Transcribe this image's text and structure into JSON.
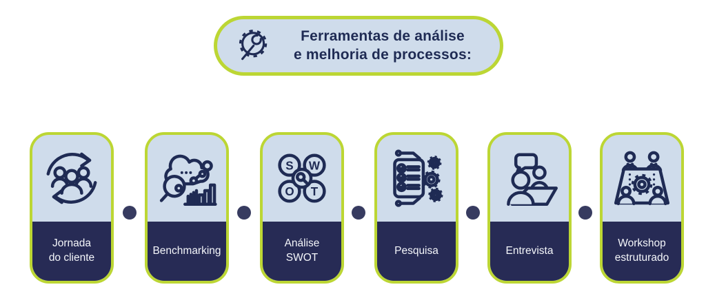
{
  "header": {
    "icon": "gear-wrench-icon",
    "title_line1": "Ferramentas de análise",
    "title_line2": "e melhoria de processos:"
  },
  "cards": [
    {
      "id": "jornada-do-cliente",
      "icon": "customer-journey-icon",
      "label": "Jornada do cliente",
      "lines": [
        "Jornada",
        "do cliente"
      ]
    },
    {
      "id": "benchmarking",
      "icon": "benchmarking-icon",
      "label": "Benchmarking",
      "lines": [
        "Benchmarking"
      ]
    },
    {
      "id": "analise-swot",
      "icon": "swot-analysis-icon",
      "label": "Análise SWOT",
      "lines": [
        "Análise",
        "SWOT"
      ],
      "letters": [
        "S",
        "W",
        "O",
        "T"
      ]
    },
    {
      "id": "pesquisa",
      "icon": "survey-checklist-gears-icon",
      "label": "Pesquisa",
      "lines": [
        "Pesquisa"
      ]
    },
    {
      "id": "entrevista",
      "icon": "interview-icon",
      "label": "Entrevista",
      "lines": [
        "Entrevista"
      ]
    },
    {
      "id": "workshop-estruturado",
      "icon": "workshop-table-icon",
      "label": "Workshop estruturado",
      "lines": [
        "Workshop",
        "estruturado"
      ]
    }
  ],
  "separators": {
    "style": "dot",
    "count": 5
  },
  "colors": {
    "background": "#ffffff",
    "accent_lime": "#bcd634",
    "panel_blue": "#cfdceb",
    "navy": "#272b55",
    "icon_stroke": "#1f2b54",
    "title_text": "#1f2b54",
    "label_text": "#f4f6fa",
    "connector_dot": "#262a52"
  }
}
